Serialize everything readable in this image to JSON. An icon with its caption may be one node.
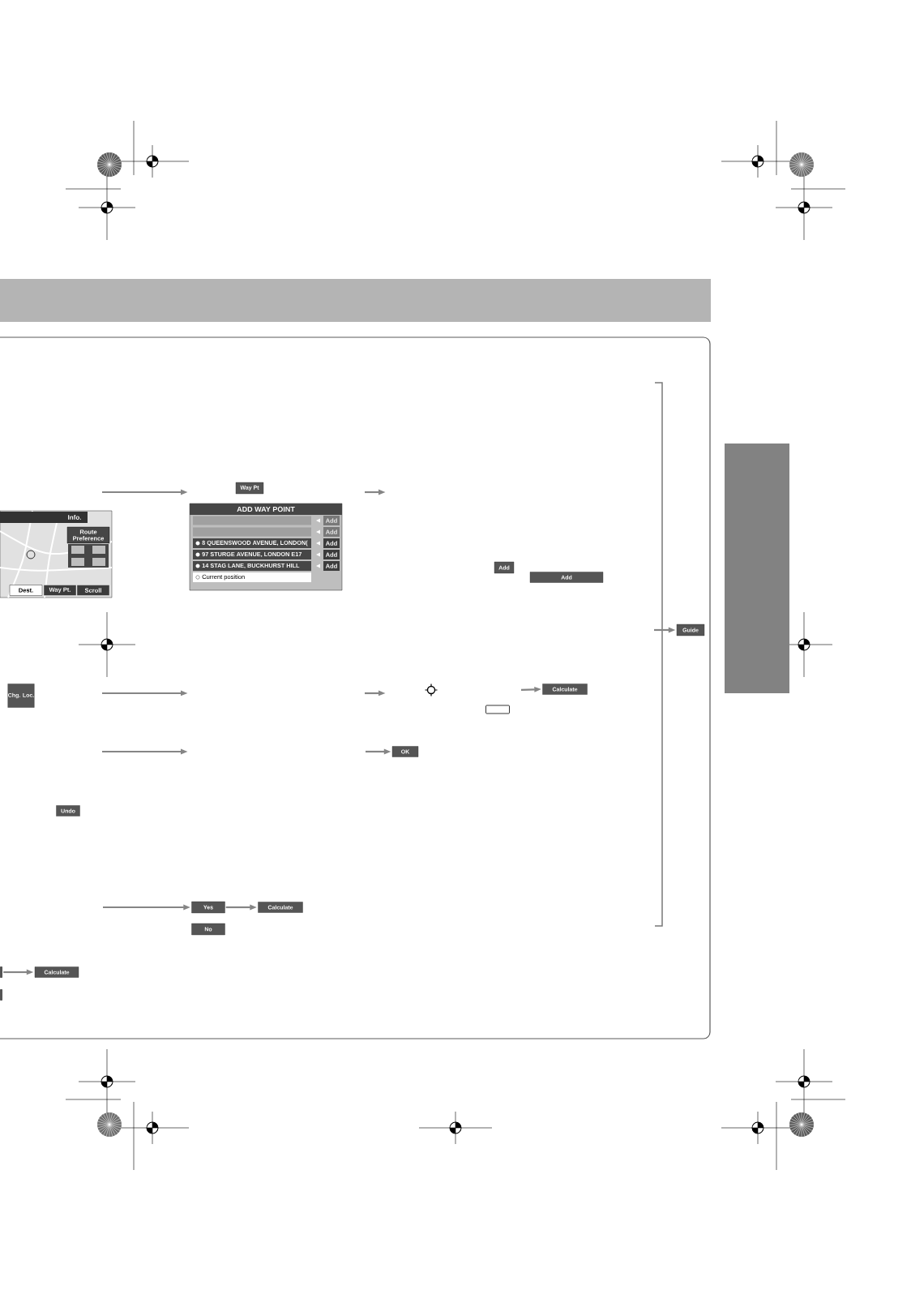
{
  "diagram": {
    "nodes": [
      {
        "text": [
          "Info.",
          "Route Preference",
          "Dest.",
          "Way Pt.",
          "Scroll"
        ]
      },
      {
        "text": [
          "Way Pt"
        ]
      },
      {
        "text": [
          "ADD WAY POINT",
          "8 QUEENSWOOD AVENUE, LONDON(",
          "97 STURGE AVENUE, LONDON E17",
          "14 STAG LANE, BUCKHURST HILL",
          "Current position",
          "Add",
          "Add",
          "Add",
          "Add",
          "Add"
        ]
      },
      {
        "text": [
          "Add"
        ]
      },
      {
        "text": [
          "Add"
        ]
      },
      {
        "text": [
          "Chg. Loc."
        ]
      },
      {
        "text": [],
        "shape": "box"
      },
      {
        "text": [
          "Calculate"
        ]
      },
      {
        "text": [
          "OK"
        ]
      },
      {
        "text": [
          "Guide"
        ]
      },
      {
        "text": [
          "Undo"
        ]
      },
      {
        "text": [
          "Yes"
        ]
      },
      {
        "text": [
          "Calculate"
        ]
      },
      {
        "text": [
          "No"
        ]
      },
      {
        "text": [],
        "shape": "box"
      },
      {
        "text": [
          "Calculate"
        ]
      },
      {
        "text": [],
        "shape": "box"
      },
      {
        "text": [],
        "shape": "bar"
      }
    ],
    "edges": [
      {
        "from": null,
        "to": 8,
        "arrow": "to"
      },
      {
        "from": null,
        "to": 7,
        "arrow": "to"
      },
      {
        "from": null,
        "to": 11,
        "arrow": "to"
      },
      {
        "from": 11,
        "to": 12,
        "arrow": "to"
      },
      {
        "from": 14,
        "to": 15,
        "arrow": "to"
      },
      {
        "from": null,
        "to": 9,
        "arrow": "to"
      }
    ]
  }
}
